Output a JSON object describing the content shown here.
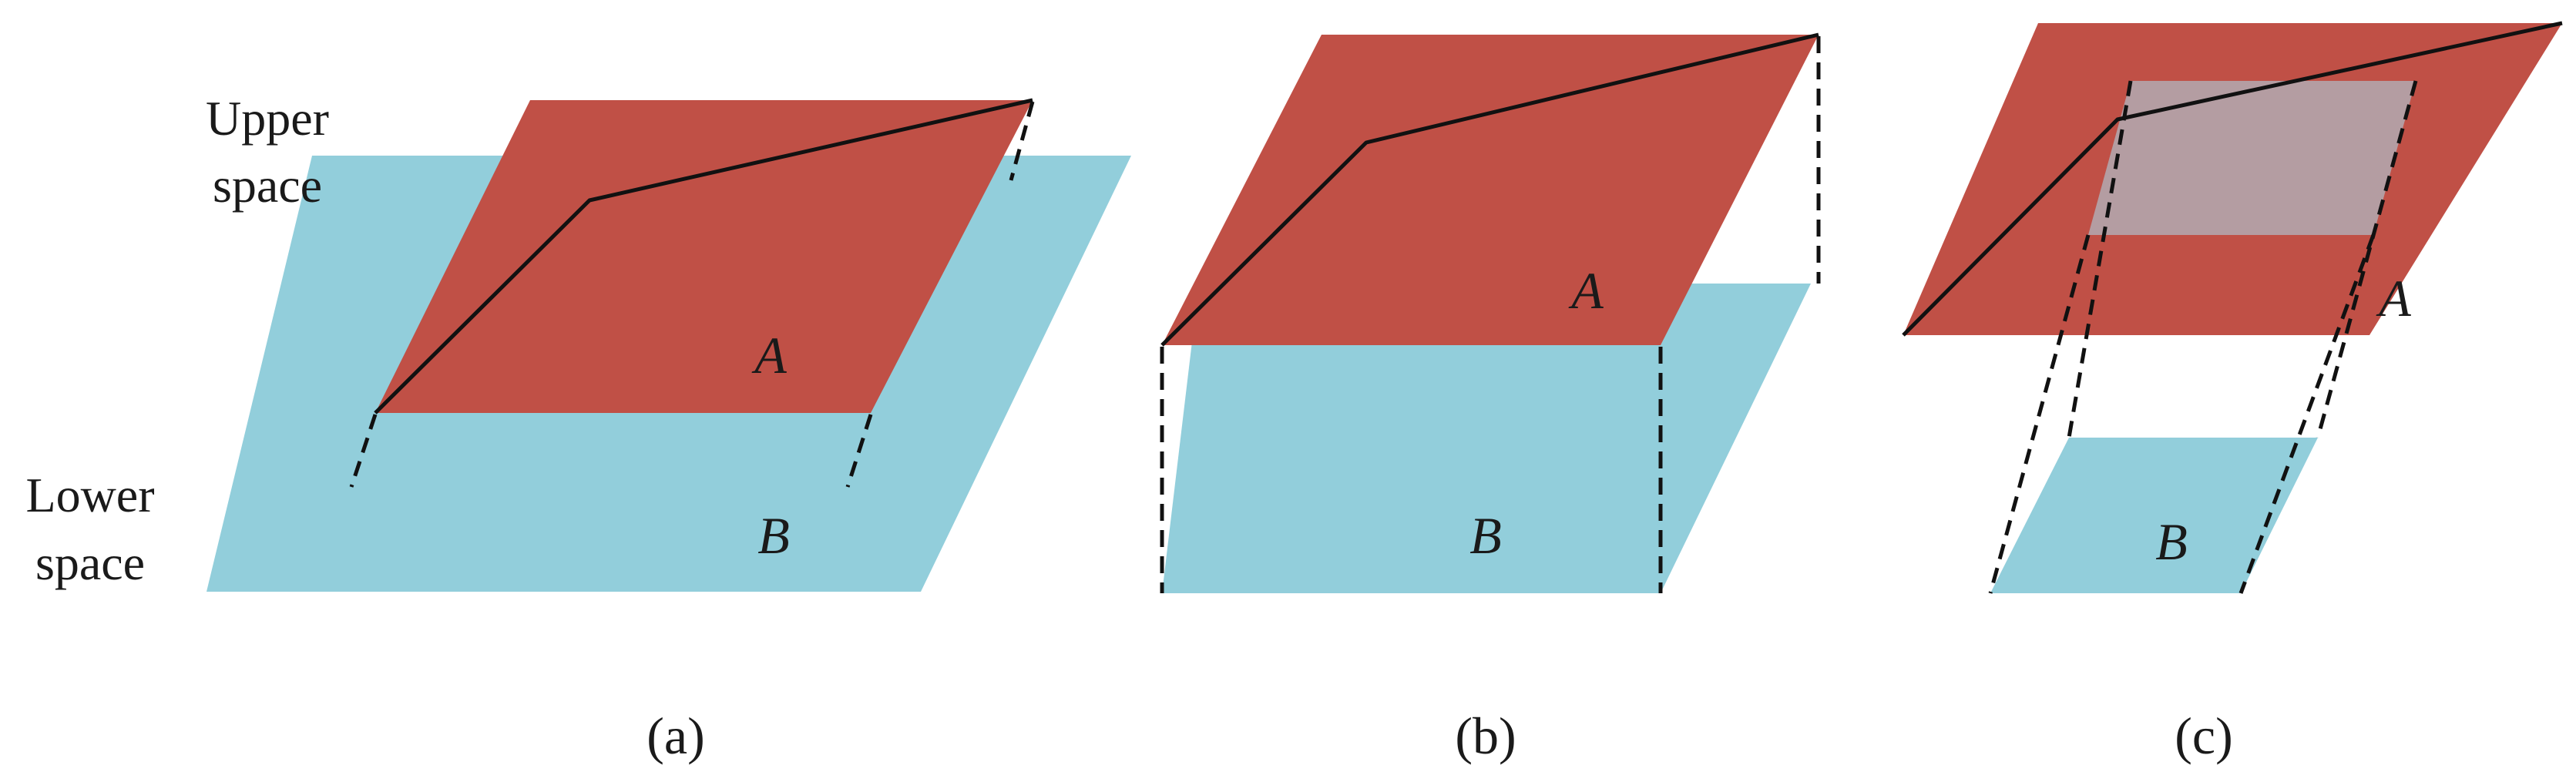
{
  "colors": {
    "upper_plane": "#C05046",
    "lower_plane": "#92CEDB",
    "projection_overlay": "#B3A4AA",
    "line": "#111111",
    "text": "#1a1a1a"
  },
  "space_labels": {
    "upper_line1": "Upper",
    "upper_line2": "space",
    "lower_line1": "Lower",
    "lower_line2": "space"
  },
  "panels": [
    {
      "id": "a",
      "caption": "(a)",
      "upper_label": "A",
      "lower_label": "B"
    },
    {
      "id": "b",
      "caption": "(b)",
      "upper_label": "A",
      "lower_label": "B"
    },
    {
      "id": "c",
      "caption": "(c)",
      "upper_label": "A",
      "lower_label": "B"
    }
  ]
}
